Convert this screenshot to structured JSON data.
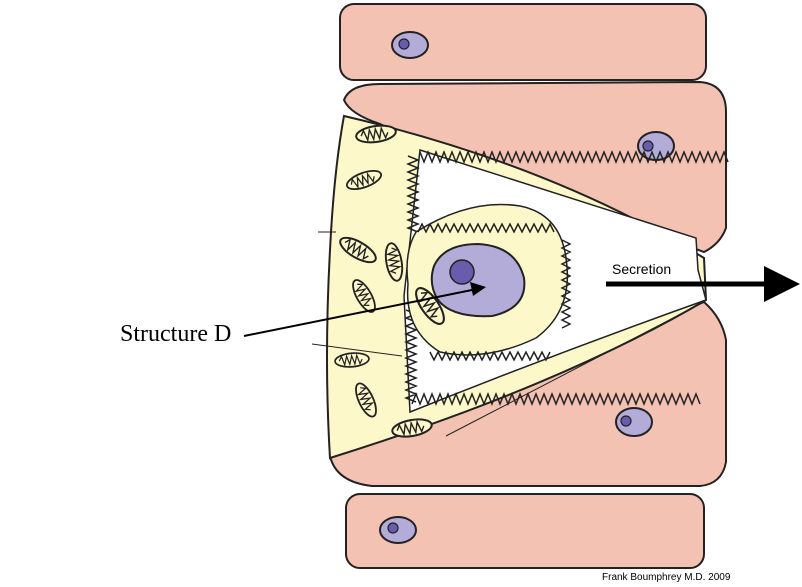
{
  "labels": {
    "structure": "Structure D",
    "secretion": "Secretion",
    "credit": "Frank Boumphrey M.D. 2009"
  },
  "colors": {
    "cell_fill": "#f3c2b3",
    "cytoplasm_fill": "#fdf8c9",
    "nucleus_fill": "#b3acd9",
    "nucleolus_fill": "#6a5cad",
    "outline": "#222222"
  },
  "icons": {
    "mitochondrion": "mitochondrion-icon",
    "nucleus": "nucleus-icon",
    "arrow": "arrow-icon"
  }
}
